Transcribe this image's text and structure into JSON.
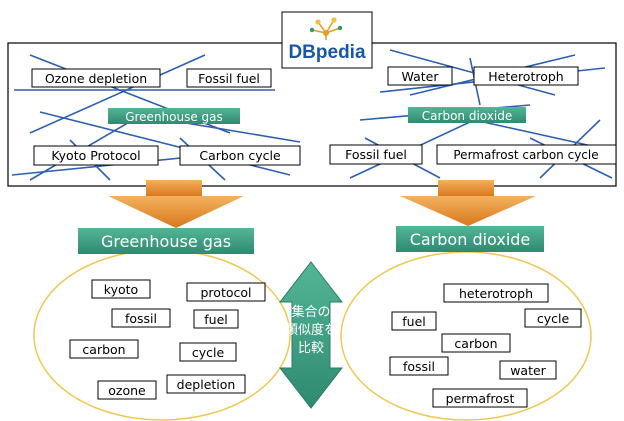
{
  "logo": {
    "text_main": "DBpedia",
    "colors": {
      "blue": "#1a56a6",
      "icon_gold": "#e0a020"
    }
  },
  "left_panel": {
    "concepts": [
      "Ozone depletion",
      "Fossil fuel",
      "Kyoto Protocol",
      "Carbon cycle"
    ],
    "center_label": "Greenhouse gas"
  },
  "right_panel": {
    "concepts": [
      "Water",
      "Heterotroph",
      "Fossil fuel",
      "Permafrost carbon cycle"
    ],
    "center_label": "Carbon dioxide"
  },
  "sets": {
    "left_title": "Greenhouse gas",
    "right_title": "Carbon dioxide",
    "left_words": [
      "kyoto",
      "protocol",
      "fossil",
      "fuel",
      "carbon",
      "cycle",
      "ozone",
      "depletion"
    ],
    "right_words": [
      "heterotroph",
      "fuel",
      "cycle",
      "carbon",
      "fossil",
      "water",
      "permafrost"
    ]
  },
  "compare_label": {
    "line1": "集合の",
    "line2": "類似度を",
    "line3": "比較"
  },
  "colors": {
    "teal": "#3a9e82",
    "arrow": "#e08a2a",
    "ellipse": "#f0c850",
    "edge": "#2f5fb0",
    "box_border": "#000000"
  }
}
